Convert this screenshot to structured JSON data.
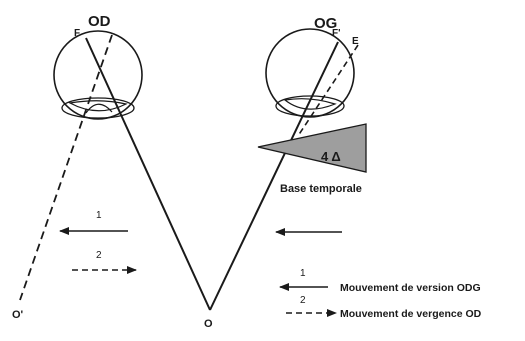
{
  "eyes": {
    "right_label": "OD",
    "left_label": "OG",
    "right_fovea_label": "F",
    "left_fovea_label": "F'",
    "left_point_label": "E"
  },
  "points": {
    "fixation_label": "O",
    "image_label": "O'"
  },
  "prism": {
    "value_label": "4 Δ",
    "base_label": "Base temporale",
    "fill_color": "#9e9e9e"
  },
  "arrows": {
    "left_num_1": "1",
    "left_num_2": "2",
    "legend_num_1": "1",
    "legend_num_2": "2"
  },
  "legend": {
    "version_label": "Mouvement de version ODG",
    "vergence_label": "Mouvement de vergence OD"
  }
}
